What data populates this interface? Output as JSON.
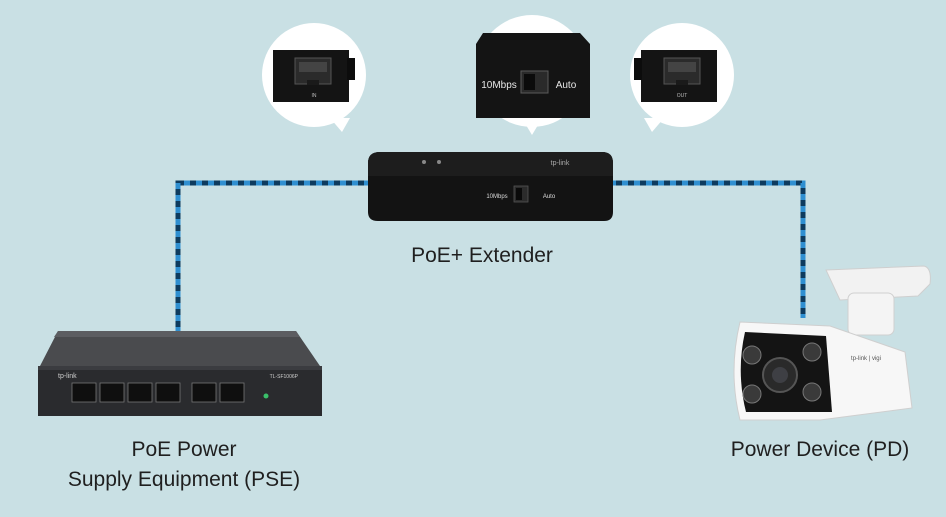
{
  "labels": {
    "extender": "PoE+ Extender",
    "pse_line1": "PoE Power",
    "pse_line2": "Supply Equipment (PSE)",
    "pd": "Power Device (PD)"
  },
  "callouts": {
    "in_port": "IN",
    "switch_left": "10Mbps",
    "switch_right": "Auto",
    "out_port": "OUT"
  },
  "extender_device": {
    "brand": "tp-link",
    "switch_left": "10Mbps",
    "switch_right": "Auto"
  },
  "switch_device": {
    "brand": "tp-link",
    "model": "TL-SF1006P"
  },
  "camera_device": {
    "brand": "tp-link | vigi"
  },
  "colors": {
    "background": "#c9e0e4",
    "cable_dash": "#1f6aa0",
    "device_black": "#111111"
  }
}
